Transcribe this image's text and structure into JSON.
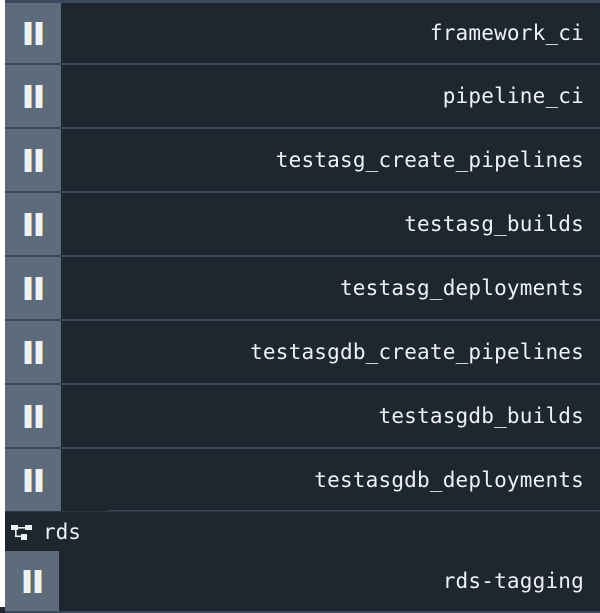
{
  "pipelines": [
    {
      "name": "framework_ci",
      "action_icon": "pause-icon"
    },
    {
      "name": "pipeline_ci",
      "action_icon": "pause-icon"
    },
    {
      "name": "testasg_create_pipelines",
      "action_icon": "pause-icon"
    },
    {
      "name": "testasg_builds",
      "action_icon": "pause-icon"
    },
    {
      "name": "testasg_deployments",
      "action_icon": "pause-icon"
    },
    {
      "name": "testasgdb_create_pipelines",
      "action_icon": "pause-icon"
    },
    {
      "name": "testasgdb_builds",
      "action_icon": "pause-icon"
    },
    {
      "name": "testasgdb_deployments",
      "action_icon": "pause-icon"
    }
  ],
  "group": {
    "name": "rds",
    "icon": "group-tree-icon",
    "pipelines": [
      {
        "name": "rds-tagging",
        "action_icon": "pause-icon"
      }
    ]
  },
  "colors": {
    "background": "#1e2630",
    "pause_button": "#5d6b7b",
    "separator": "#3b4b5d",
    "text": "#eef2f5"
  }
}
